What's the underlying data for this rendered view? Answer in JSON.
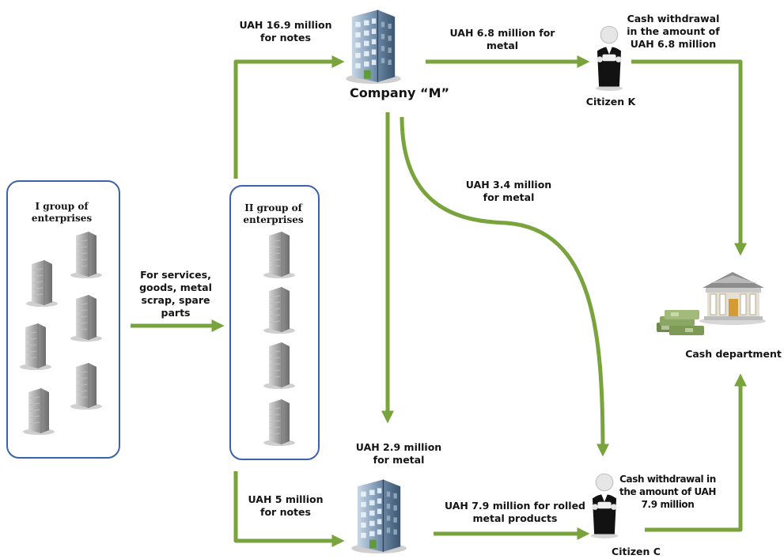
{
  "nodes": {
    "company_m": "Company “M”",
    "citizen_k": "Citizen K",
    "citizen_c": "Citizen C",
    "cash_department": "Cash department",
    "group_1": "I group of enterprises",
    "group_2": "II group of enterprises"
  },
  "flows": {
    "group2_to_m": "UAH 16.9 million for notes",
    "m_to_k": "UAH 6.8 million for metal",
    "k_withdrawal": "Cash withdrawal in the amount of UAH 6.8 million",
    "m_to_c": "UAH 3.4 million for metal",
    "group1_to_group2": "For services, goods, metal scrap, spare parts",
    "m_to_bottom_company": "UAH 2.9 million for metal",
    "group2_to_bottom_company": "UAH 5 million for notes",
    "bottom_company_to_c": "UAH 7.9 million for rolled metal products",
    "c_withdrawal": "Cash withdrawal in the amount of UAH 7.9 million"
  },
  "colors": {
    "arrow": "#79a33d",
    "group_border": "#3d62a8"
  },
  "icons": {
    "company": "office-building-icon",
    "citizen": "person-icon",
    "bank": "bank-building-icon",
    "cash": "cash-stack-icon",
    "enterprise": "enterprise-building-icon"
  }
}
